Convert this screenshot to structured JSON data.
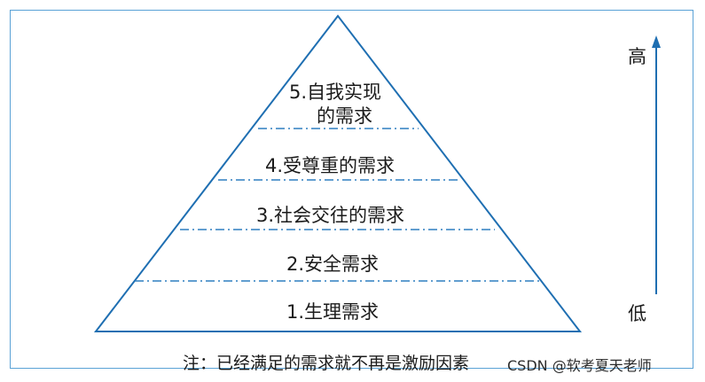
{
  "pyramid": {
    "levels": [
      {
        "lines": [
          "5.自我实现",
          "的需求"
        ]
      },
      {
        "lines": [
          "4.受尊重的需求"
        ]
      },
      {
        "lines": [
          "3.社会交往的需求"
        ]
      },
      {
        "lines": [
          "2.安全需求"
        ]
      },
      {
        "lines": [
          "1.生理需求"
        ]
      }
    ]
  },
  "axis": {
    "high_label": "高",
    "low_label": "低"
  },
  "note": "注：已经满足的需求就不再是激励因素",
  "watermark": "CSDN @软考夏天老师",
  "colors": {
    "outline": "#1f6fb2",
    "dash": "#2f7fc1",
    "arrow": "#1f6fb2",
    "text": "#1b1b1b"
  }
}
